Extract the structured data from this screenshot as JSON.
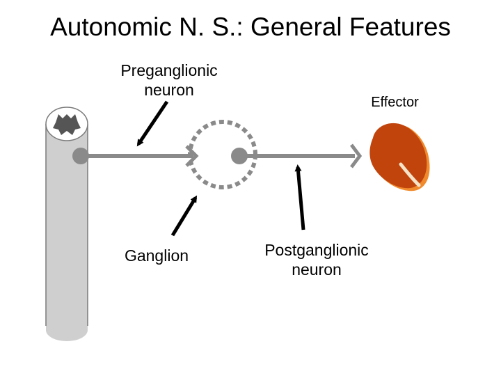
{
  "title": "Autonomic N. S.:  General Features",
  "labels": {
    "preganglionic": [
      "Preganglionic",
      "neuron"
    ],
    "effector": "Effector",
    "ganglion": "Ganglion",
    "postganglionic": [
      "Postganglionic",
      "neuron"
    ]
  },
  "colors": {
    "spinal_cord": "#cfcfcf",
    "spinal_outline": "#7a7a7a",
    "neuron": "#8a8a8a",
    "ganglion_dash": "#8a8a8a",
    "heart": "#c0440c",
    "heart_edge": "#f08a2c",
    "arrow": "#000000"
  }
}
